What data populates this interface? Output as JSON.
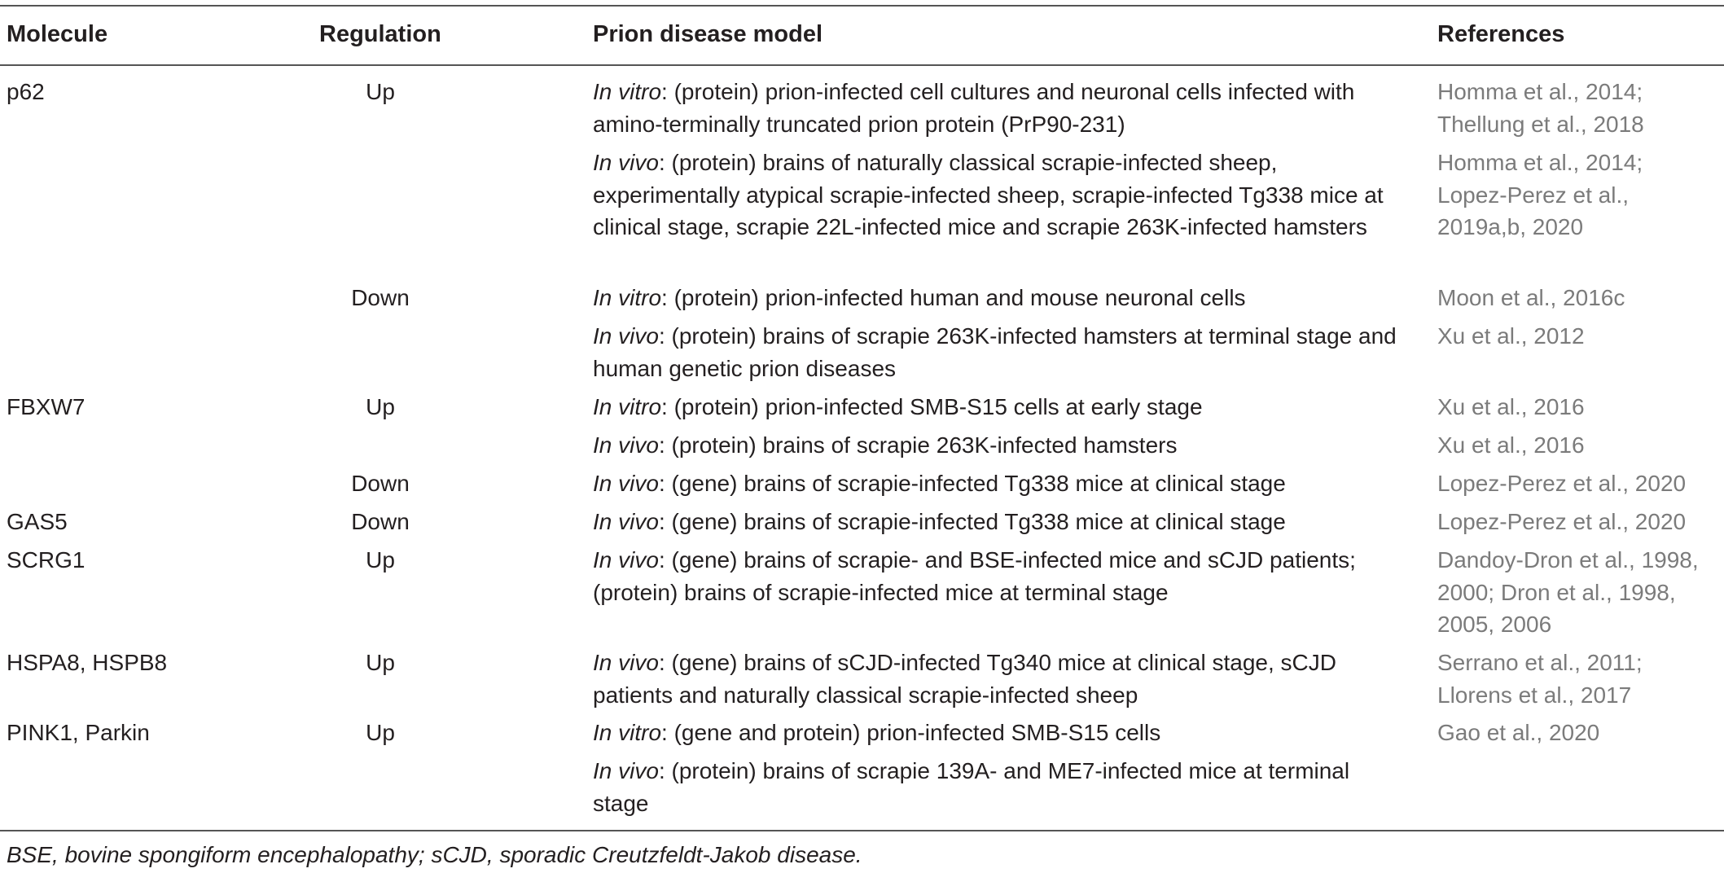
{
  "headers": {
    "molecule": "Molecule",
    "regulation": "Regulation",
    "model": "Prion disease model",
    "references": "References"
  },
  "entries": [
    {
      "molecule": "p62",
      "regulation": "Up",
      "model_prefix": "In vitro",
      "model_text": ": (protein) prion-infected cell cultures and neuronal cells infected with amino-terminally truncated prion protein (PrP90-231)",
      "refs": [
        "Homma et al., 2014;",
        "Thellung et al., 2018"
      ]
    },
    {
      "molecule": "",
      "regulation": "",
      "model_prefix": "In vivo",
      "model_text": ": (protein) brains of naturally classical scrapie-infected sheep, experimentally atypical scrapie-infected sheep, scrapie-infected Tg338 mice at clinical stage, scrapie 22L-infected mice and scrapie 263K-infected hamsters",
      "refs": [
        "Homma et al., 2014;",
        "Lopez-Perez et al.,",
        "2019a,b, 2020"
      ]
    },
    {
      "molecule": "",
      "regulation": "Down",
      "model_prefix": "In vitro",
      "model_text": ": (protein) prion-infected human and mouse neuronal cells",
      "refs": [
        "Moon et al., 2016c"
      ]
    },
    {
      "molecule": "",
      "regulation": "",
      "model_prefix": "In vivo",
      "model_text": ": (protein) brains of scrapie 263K-infected hamsters at terminal stage and human genetic prion diseases",
      "refs": [
        "Xu et al., 2012"
      ]
    },
    {
      "molecule": "FBXW7",
      "regulation": "Up",
      "model_prefix": "In vitro",
      "model_text": ": (protein) prion-infected SMB-S15 cells at early stage",
      "refs": [
        "Xu et al., 2016"
      ]
    },
    {
      "molecule": "",
      "regulation": "",
      "model_prefix": "In vivo",
      "model_text": ": (protein) brains of scrapie 263K-infected hamsters",
      "refs": [
        "Xu et al., 2016"
      ]
    },
    {
      "molecule": "",
      "regulation": "Down",
      "model_prefix": "In vivo",
      "model_text": ": (gene) brains of scrapie-infected Tg338 mice at clinical stage",
      "refs": [
        "Lopez-Perez et al., 2020"
      ]
    },
    {
      "molecule": "GAS5",
      "regulation": "Down",
      "model_prefix": "In vivo",
      "model_text": ": (gene) brains of scrapie-infected Tg338 mice at clinical stage",
      "refs": [
        "Lopez-Perez et al., 2020"
      ]
    },
    {
      "molecule": "SCRG1",
      "regulation": "Up",
      "model_prefix": "In vivo",
      "model_text": ": (gene) brains of scrapie- and BSE-infected mice and sCJD patients; (protein) brains of scrapie-infected mice at terminal stage",
      "refs": [
        "Dandoy-Dron et al., 1998,",
        "2000; Dron et al., 1998,",
        "2005, 2006"
      ]
    },
    {
      "molecule": "HSPA8, HSPB8",
      "regulation": "Up",
      "model_prefix": "In vivo",
      "model_text": ": (gene) brains of sCJD-infected Tg340 mice at clinical stage, sCJD patients and naturally classical scrapie-infected sheep",
      "refs": [
        "Serrano et al., 2011;",
        "Llorens et al., 2017"
      ]
    },
    {
      "molecule": "PINK1, Parkin",
      "regulation": "Up",
      "model_prefix": "In vitro",
      "model_text": ": (gene and protein) prion-infected SMB-S15 cells",
      "refs": [
        "Gao et al., 2020"
      ]
    },
    {
      "molecule": "",
      "regulation": "",
      "model_prefix": "In vivo",
      "model_text": ": (protein) brains of scrapie 139A- and ME7-infected mice at terminal stage",
      "refs": []
    }
  ],
  "footnote": "BSE, bovine spongiform encephalopathy; sCJD, sporadic Creutzfeldt-Jakob disease."
}
